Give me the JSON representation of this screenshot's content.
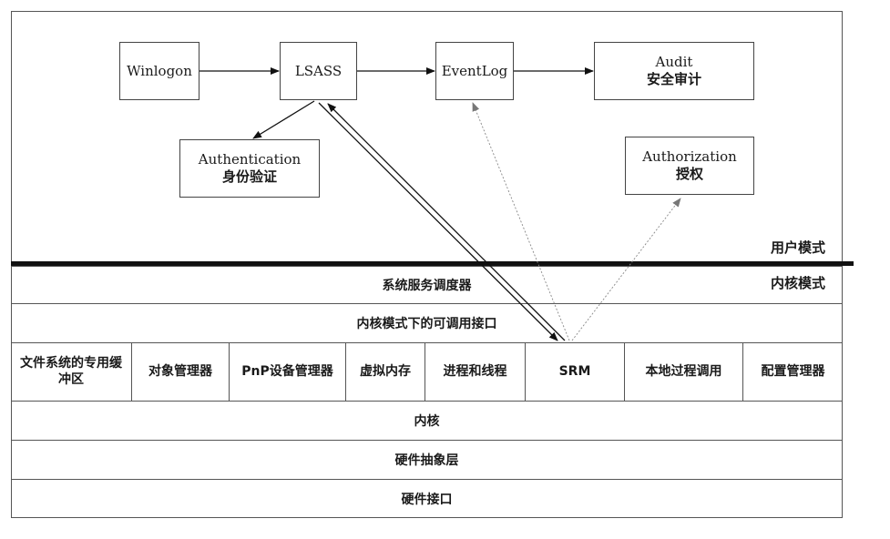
{
  "user_components": {
    "winlogon": "Winlogon",
    "lsass": "LSASS",
    "eventlog": "EventLog",
    "audit_en": "Audit",
    "audit_cn": "安全审计",
    "authentication_en": "Authentication",
    "authentication_cn": "身份验证",
    "authorization_en": "Authorization",
    "authorization_cn": "授权"
  },
  "modes": {
    "user": "用户模式",
    "kernel": "内核模式"
  },
  "kernel_layers": {
    "dispatcher": "系统服务调度器",
    "callable": "内核模式下的可调用接口",
    "kernel": "内核",
    "hal": "硬件抽象层",
    "hw_interface": "硬件接口"
  },
  "executive_components": [
    "文件系统的专用缓冲区",
    "对象管理器",
    "PnP设备管理器",
    "虚拟内存",
    "进程和线程",
    "SRM",
    "本地过程调用",
    "配置管理器"
  ]
}
